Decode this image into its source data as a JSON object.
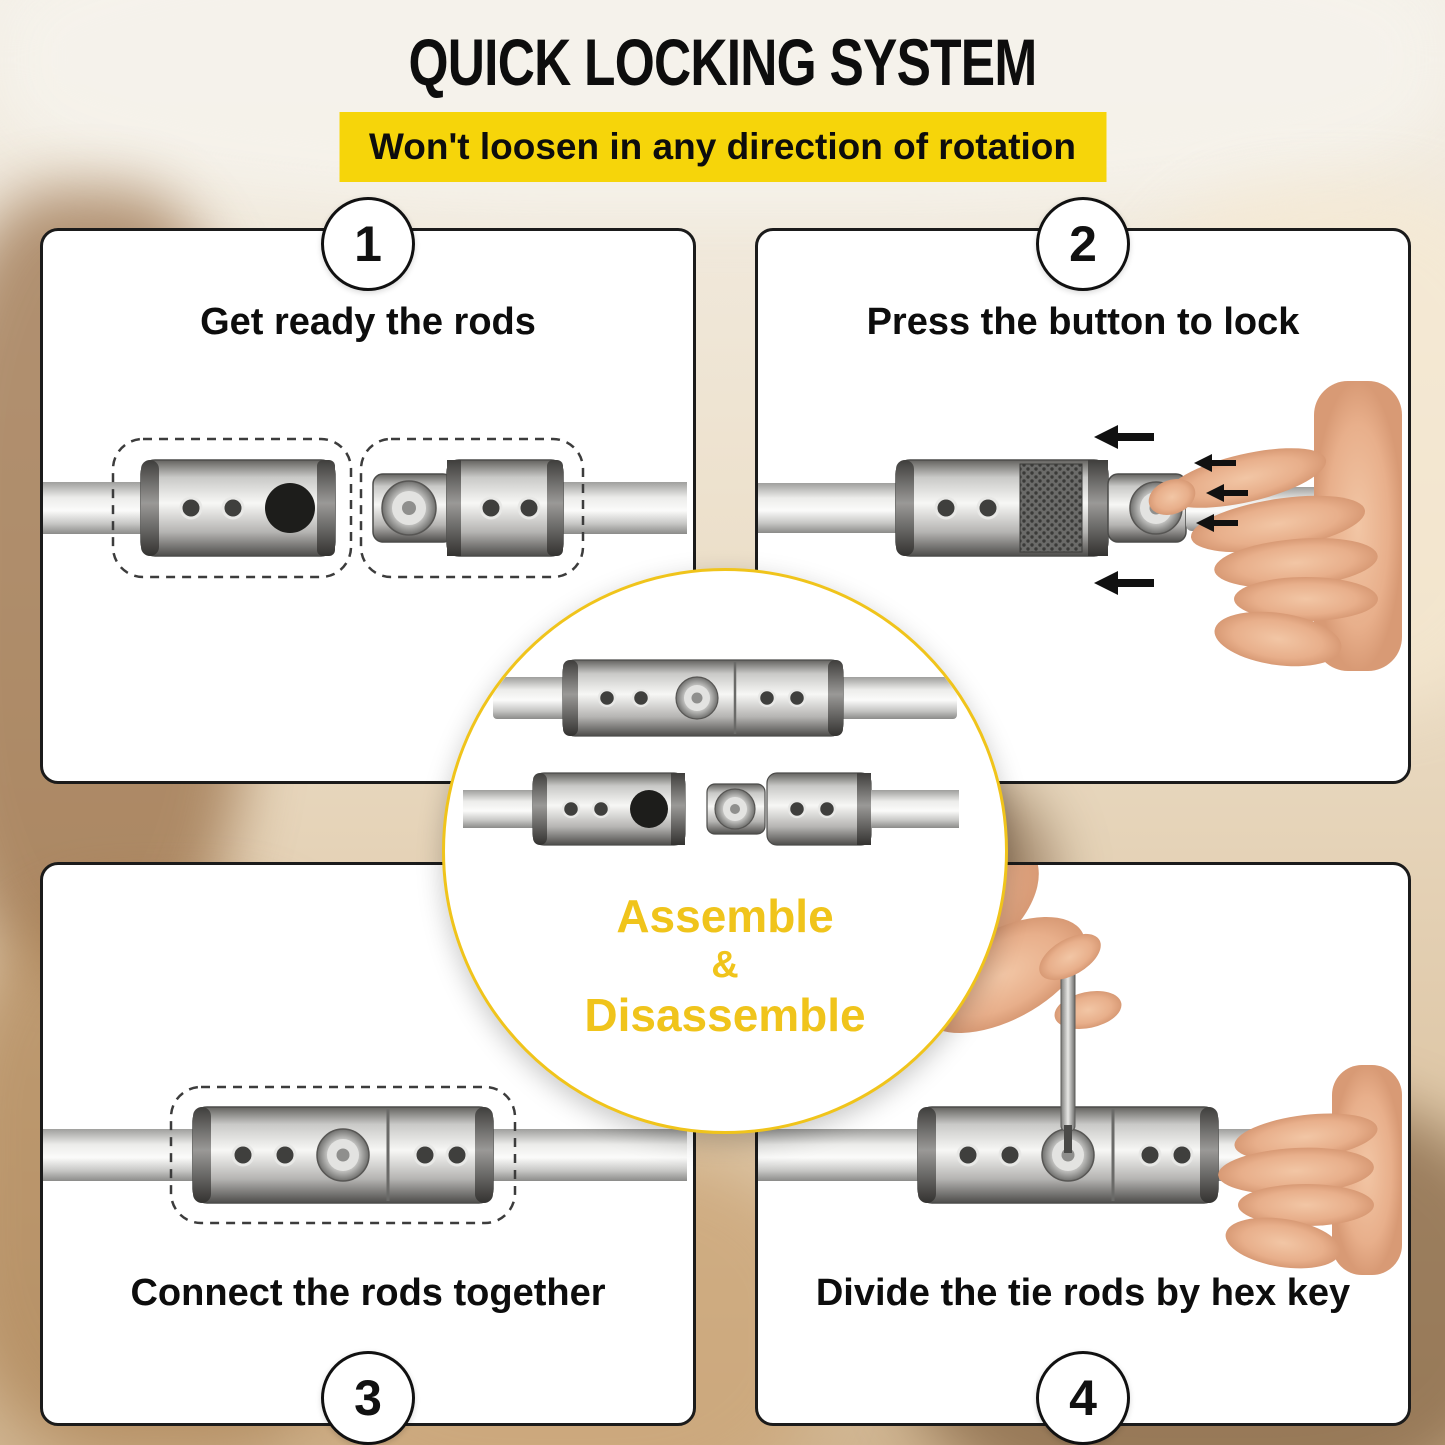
{
  "title": "QUICK LOCKING SYSTEM",
  "banner": {
    "text": "Won't loosen in any direction of rotation"
  },
  "steps": [
    {
      "number": "1",
      "caption": "Get ready the rods"
    },
    {
      "number": "2",
      "caption": "Press the button to lock"
    },
    {
      "number": "3",
      "caption": "Connect the rods together"
    },
    {
      "number": "4",
      "caption": "Divide the tie rods by hex key"
    }
  ],
  "center_circle": {
    "lines": [
      "Assemble",
      "&",
      "Disassemble"
    ]
  },
  "colors": {
    "banner_yellow": "#F6D50A",
    "accent_gold": "#F0C41B",
    "panel_border": "#1B1B1B",
    "text_black": "#111111"
  }
}
